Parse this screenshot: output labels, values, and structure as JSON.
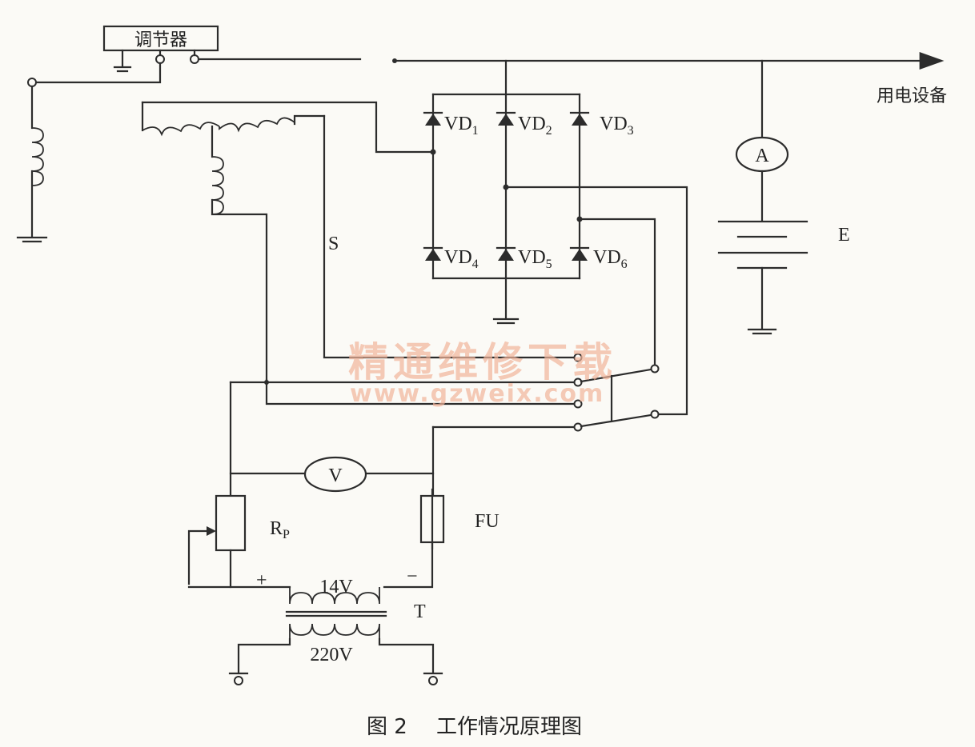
{
  "diagram": {
    "regulator_label": "调节器",
    "load_label": "用电设备",
    "diodes": [
      {
        "name": "VD",
        "sub": "1"
      },
      {
        "name": "VD",
        "sub": "2"
      },
      {
        "name": "VD",
        "sub": "3"
      },
      {
        "name": "VD",
        "sub": "4"
      },
      {
        "name": "VD",
        "sub": "5"
      },
      {
        "name": "VD",
        "sub": "6"
      }
    ],
    "ammeter_label": "A",
    "voltmeter_label": "V",
    "battery_label": "E",
    "switch_label": "S",
    "rheostat_label": "R",
    "rheostat_sub": "P",
    "fuse_label": "FU",
    "transformer_label": "T",
    "secondary_voltage": "14V",
    "primary_voltage": "220V",
    "plus_sign": "+",
    "minus_sign": "−",
    "watermark_cn": "精通维修下载",
    "watermark_url": "www.gzweix.com"
  },
  "caption": {
    "figure_number": "图 2",
    "title": "工作情况原理图"
  }
}
